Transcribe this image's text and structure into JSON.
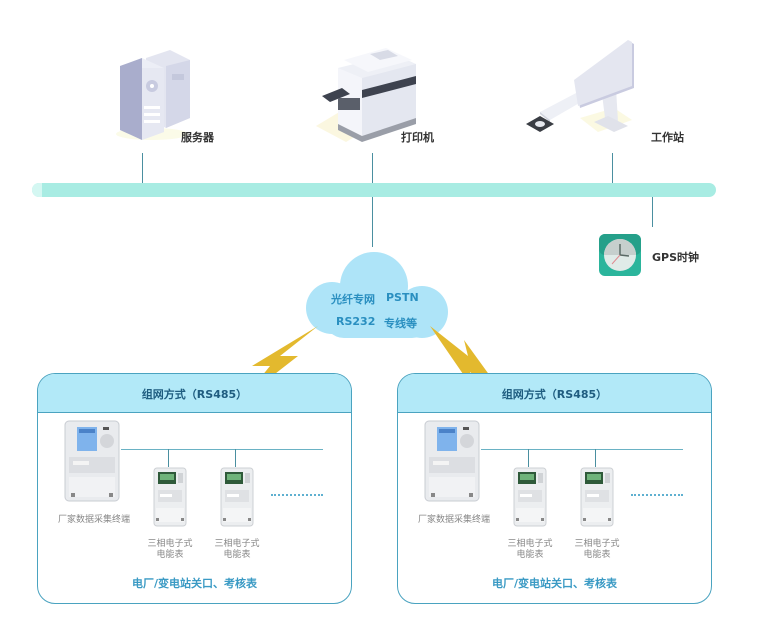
{
  "top_devices": [
    {
      "name": "server",
      "label": "服务器"
    },
    {
      "name": "printer",
      "label": "打印机"
    },
    {
      "name": "workstation",
      "label": "工作站"
    }
  ],
  "gps": {
    "label": "GPS时钟"
  },
  "cloud": {
    "lines": [
      [
        "光纤专网",
        "PSTN"
      ],
      [
        "RS232",
        "专线等"
      ]
    ]
  },
  "panels": [
    {
      "title": "组网方式（RS485）",
      "collector_label": "厂家数据采集终端",
      "meters": [
        {
          "label_line1": "三相电子式",
          "label_line2": "电能表"
        },
        {
          "label_line1": "三相电子式",
          "label_line2": "电能表"
        }
      ],
      "footer": "电厂/变电站关口、考核表"
    },
    {
      "title": "组网方式（RS485）",
      "collector_label": "厂家数据采集终端",
      "meters": [
        {
          "label_line1": "三相电子式",
          "label_line2": "电能表"
        },
        {
          "label_line1": "三相电子式",
          "label_line2": "电能表"
        }
      ],
      "footer": "电厂/变电站关口、考核表"
    }
  ],
  "colors": {
    "bus": "#a8ece3",
    "cloud": "#aee4f8",
    "panel_header": "#b2e9f8",
    "lightning": "#e3b92e",
    "accent_text": "#3a9ac4"
  }
}
